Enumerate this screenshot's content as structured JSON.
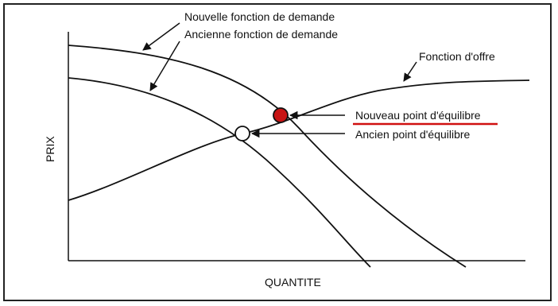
{
  "axes": {
    "x_label": "QUANTITE",
    "y_label": "PRIX"
  },
  "labels": {
    "new_demand": "Nouvelle fonction de demande",
    "old_demand": "Ancienne fonction de demande",
    "supply": "Fonction d'offre",
    "new_equilibrium": "Nouveau point d'équilibre",
    "old_equilibrium": "Ancien point d'équilibre"
  },
  "colors": {
    "new_equilibrium_fill": "#c81414",
    "underline": "#d01010",
    "curve": "#111111"
  }
}
